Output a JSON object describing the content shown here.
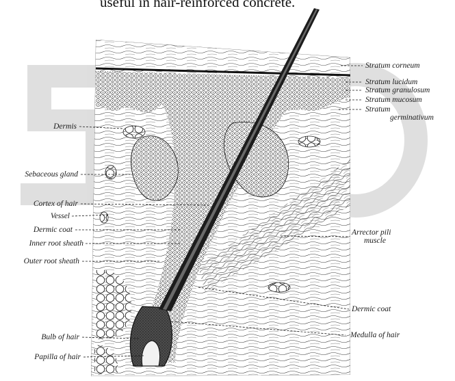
{
  "caption_fragment": "useful in hair-reinforced concrete.",
  "watermark": "SNO",
  "colors": {
    "ink": "#1a1a1a",
    "hair": "#1c1c1c",
    "watermark": "#d9d9d9",
    "background": "#ffffff"
  },
  "labels_left": [
    "Dermis",
    "Sebaceous gland",
    "Cortex of hair",
    "Vessel",
    "Dermic coat",
    "Inner root sheath",
    "Outer root sheath",
    "Bulb of hair",
    "Papilla of hair"
  ],
  "labels_right": [
    "Stratum corneum",
    "Stratum lucidum",
    "Stratum granulosum",
    "Stratum mucosum",
    "Stratum",
    "germinativum",
    "Arrector pili",
    "muscle",
    "Dermic coat",
    "Medulla of hair"
  ]
}
